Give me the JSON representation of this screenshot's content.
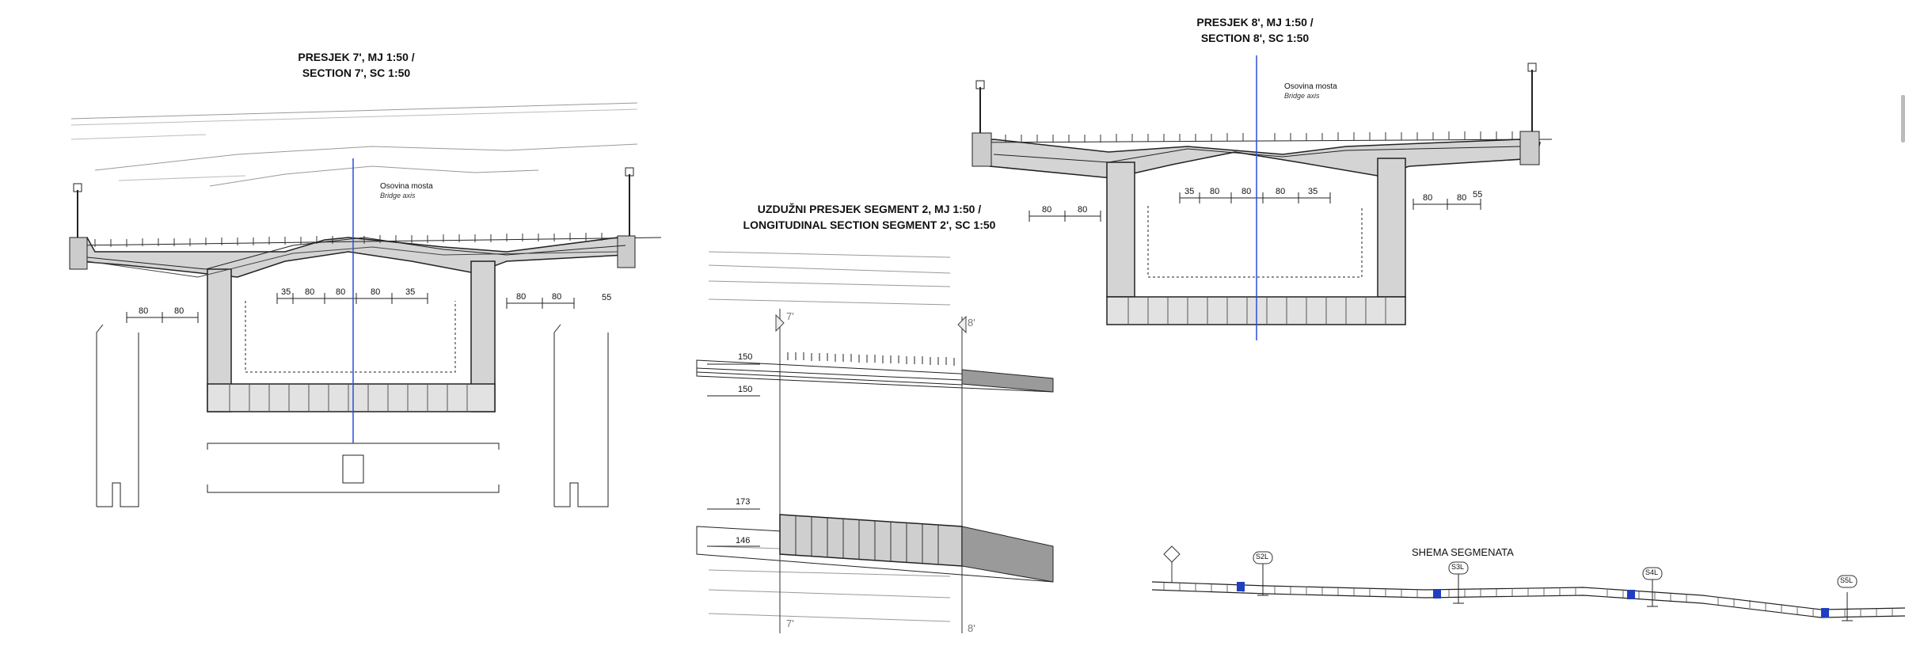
{
  "section7": {
    "title_line1": "PRESJEK 7', MJ 1:50 /",
    "title_line2": "SECTION 7', SC 1:50",
    "axis_label": "Osovina mosta",
    "axis_label_en": "Bridge axis",
    "dims_top": [
      "35",
      "80",
      "80",
      "80",
      "35"
    ],
    "dims_left": [
      "80",
      "80"
    ],
    "dims_right": [
      "80",
      "80"
    ],
    "dim_side": "55"
  },
  "section8": {
    "title_line1": "PRESJEK 8', MJ 1:50 /",
    "title_line2": "SECTION 8', SC 1:50",
    "axis_label": "Osovina mosta",
    "axis_label_en": "Bridge axis",
    "dims_top": [
      "35",
      "80",
      "80",
      "80",
      "35"
    ],
    "dims_left": [
      "80",
      "80"
    ],
    "dims_right": [
      "80",
      "80"
    ],
    "dim_side": "55"
  },
  "longitudinal": {
    "title_line1": "UZDUŽNI PRESJEK SEGMENT 2, MJ 1:50 /",
    "title_line2": "LONGITUDINAL SECTION SEGMENT 2', SC 1:50",
    "cut_left": "7'",
    "cut_right": "8'",
    "dims": [
      "150",
      "150",
      "173",
      "146"
    ]
  },
  "scheme": {
    "title": "SHEMA SEGMENATA",
    "supports": [
      "S2L",
      "S3L",
      "S4L",
      "S5L"
    ]
  },
  "colors": {
    "axis_line": "#2a4fd6",
    "segment_marker": "#1f3fbf",
    "concrete_fill": "#d4d4d4",
    "line": "#222222"
  }
}
